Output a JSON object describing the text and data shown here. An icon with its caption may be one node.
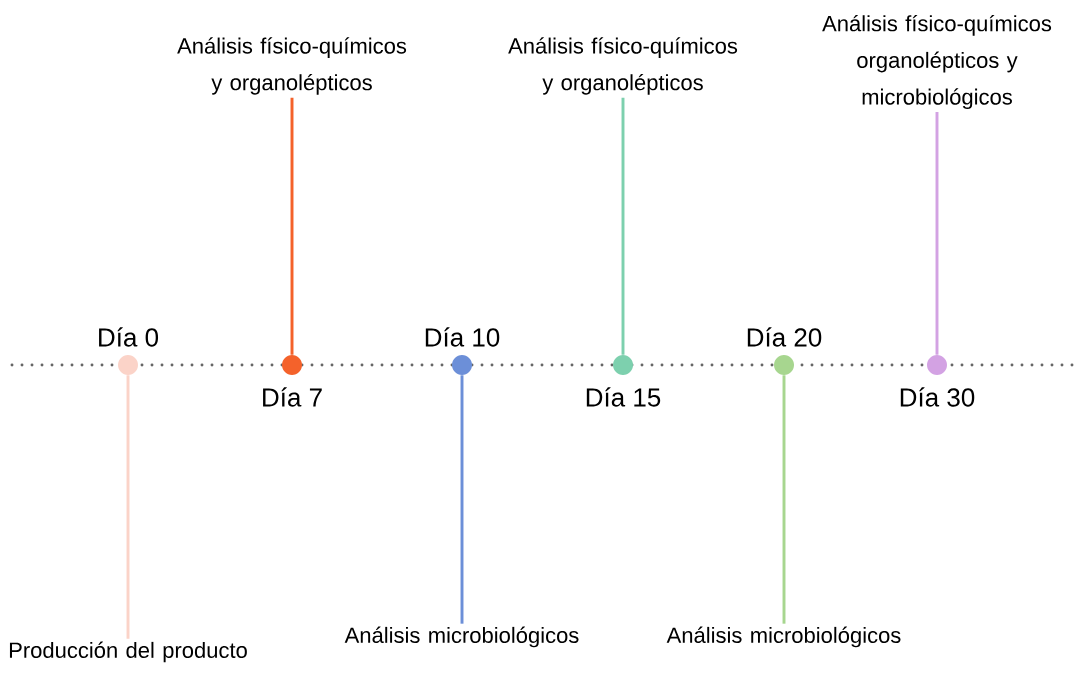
{
  "diagram": {
    "nodes": [
      {
        "text": [],
        "shape": "circle",
        "beside": [
          "Día 0"
        ]
      },
      {
        "text": [
          "Producción del producto"
        ]
      },
      {
        "text": [],
        "shape": "circle",
        "beside": [
          "Día 7"
        ]
      },
      {
        "text": [
          "Análisis físico-químicos y organolépticos"
        ]
      },
      {
        "text": [],
        "shape": "circle",
        "beside": [
          "Día 10"
        ]
      },
      {
        "text": [
          "Análisis microbiológicos"
        ]
      },
      {
        "text": [],
        "shape": "circle",
        "beside": [
          "Día 15"
        ]
      },
      {
        "text": [
          "Análisis físico-químicos y organolépticos"
        ]
      },
      {
        "text": [],
        "shape": "circle",
        "beside": [
          "Día 20"
        ]
      },
      {
        "text": [
          "Análisis microbiológicos"
        ]
      },
      {
        "text": [],
        "shape": "circle",
        "beside": [
          "Día 30"
        ]
      },
      {
        "text": [
          "Análisis físico-químicos organolépticos y microbiológicos"
        ]
      }
    ],
    "edges": [
      {
        "from": 0,
        "to": 1,
        "arrow": "none",
        "color": "#fbd3c8"
      },
      {
        "from": 2,
        "to": 3,
        "arrow": "none",
        "color": "#f4622b"
      },
      {
        "from": 4,
        "to": 5,
        "arrow": "none",
        "color": "#6c8fd8"
      },
      {
        "from": 6,
        "to": 7,
        "arrow": "none",
        "color": "#7dd0ae"
      },
      {
        "from": 8,
        "to": 9,
        "arrow": "none",
        "color": "#a7d68f"
      },
      {
        "from": 10,
        "to": 11,
        "arrow": "none",
        "color": "#d3a2e3"
      }
    ]
  }
}
